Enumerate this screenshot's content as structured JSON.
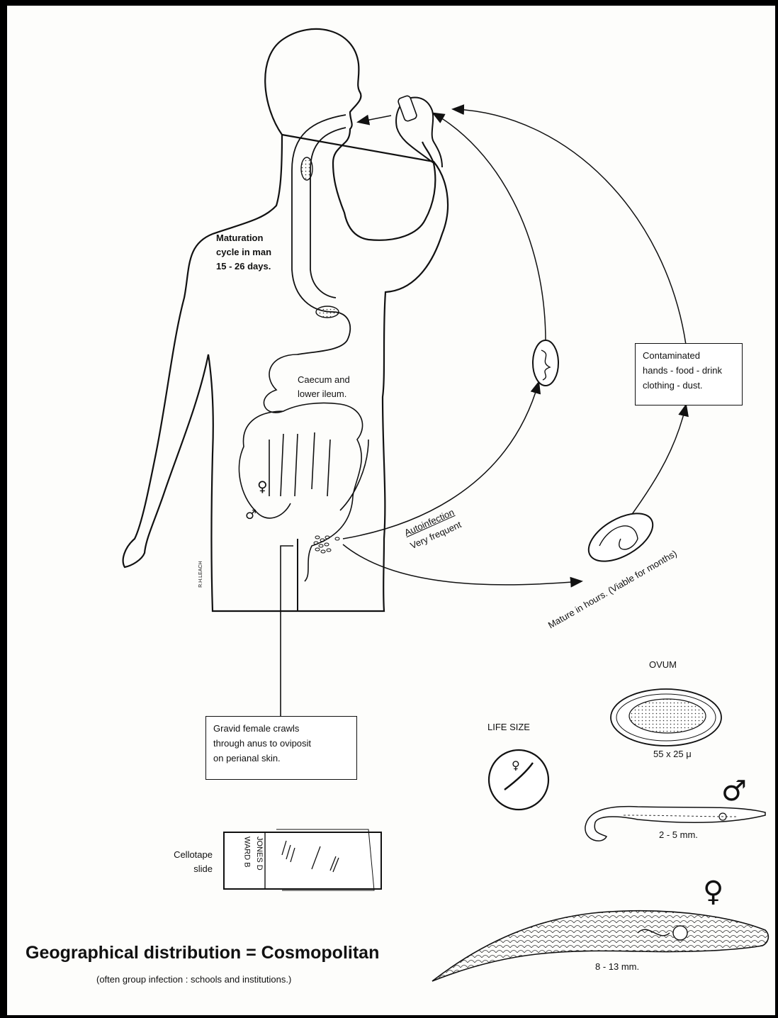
{
  "labels": {
    "maturation": [
      "Maturation",
      "cycle in man",
      "15 - 26 days."
    ],
    "caecum": [
      "Caecum and",
      "lower ileum."
    ],
    "contaminated": [
      "Contaminated",
      "hands - food - drink",
      "clothing - dust."
    ],
    "autoinfection": [
      "Autoinfection",
      "Very frequent"
    ],
    "mature_hours": "Mature in hours. (Viable for months)",
    "gravid": [
      "Gravid female crawls",
      "through anus to oviposit",
      "on perianal skin."
    ],
    "ovum_title": "OVUM",
    "ovum_size": "55 x 25 μ",
    "life_size": "LIFE SIZE",
    "male_size": "2 - 5 mm.",
    "female_size": "8 - 13 mm.",
    "cellotape": [
      "Cellotape",
      "slide"
    ],
    "slide_text": [
      "JONES D",
      "WARD B"
    ],
    "geo_title": "Geographical distribution = Cosmopolitan",
    "geo_note": "(often group infection : schools and institutions.)",
    "artist": "R.H.LEACH"
  },
  "symbols": {
    "female": "♀",
    "male": "♂"
  },
  "colors": {
    "ink": "#111111",
    "paper": "#fdfdfb",
    "border": "#000000"
  }
}
